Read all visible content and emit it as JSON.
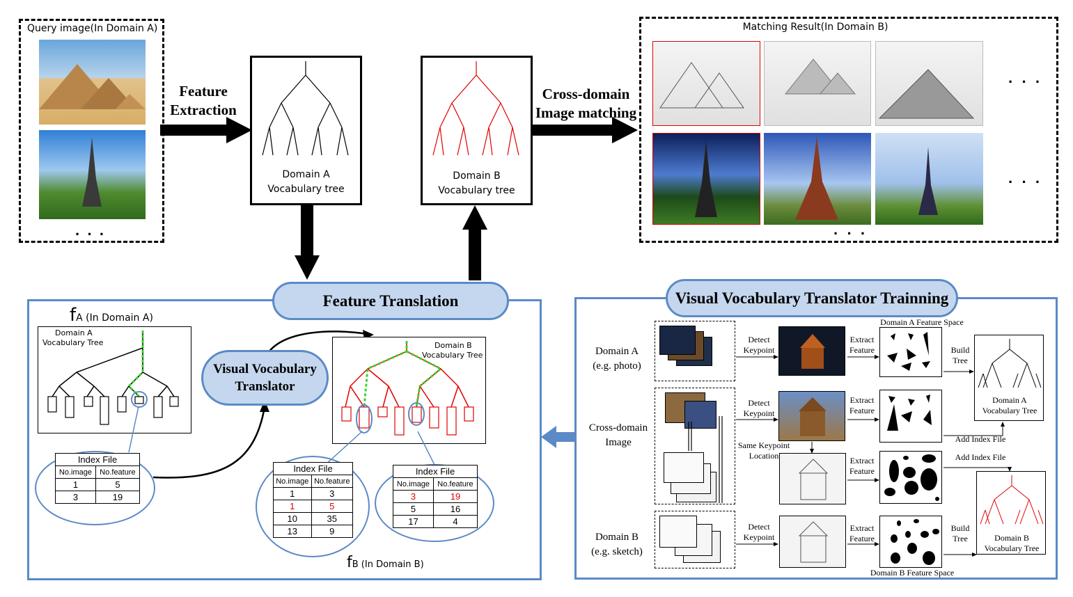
{
  "query": {
    "title": "Query image(In Domain A)",
    "more": "· · ·"
  },
  "feature_extraction": {
    "line1": "Feature",
    "line2": "Extraction"
  },
  "tree_a": {
    "line1": "Domain A",
    "line2": "Vocabulary tree"
  },
  "tree_b": {
    "line1": "Domain B",
    "line2": "Vocabulary tree"
  },
  "cross_domain": {
    "line1": "Cross-domain",
    "line2": "Image matching"
  },
  "matching": {
    "title": "Matching Result(In Domain B)",
    "row_more": "· · ·",
    "more": "· · ·"
  },
  "feature_translation": {
    "title": "Feature Translation",
    "fa_symbol": "f",
    "fa_sub": "A (In Domain A)",
    "fb_symbol": "f",
    "fb_sub": "B (In Domain B)",
    "small_tree_a_label1": "Domain A",
    "small_tree_a_label2": "Vocabulary Tree",
    "small_tree_b_label1": "Domain B",
    "small_tree_b_label2": "Vocabulary Tree",
    "translator_line1": "Visual Vocabulary",
    "translator_line2": "Translator",
    "index_a": {
      "title": "Index File",
      "h1": "No.image",
      "h2": "No.feature",
      "rows": [
        [
          "1",
          "5"
        ],
        [
          "3",
          "19"
        ]
      ]
    },
    "index_b1": {
      "title": "Index File",
      "h1": "No.image",
      "h2": "No.feature",
      "rows": [
        [
          "1",
          "3"
        ],
        [
          "1",
          "5"
        ],
        [
          "10",
          "35"
        ],
        [
          "13",
          "9"
        ]
      ]
    },
    "index_b2": {
      "title": "Index File",
      "h1": "No.image",
      "h2": "No.feature",
      "rows": [
        [
          "3",
          "19"
        ],
        [
          "5",
          "16"
        ],
        [
          "17",
          "4"
        ]
      ]
    }
  },
  "training": {
    "title": "Visual Vocabulary Translator Trainning",
    "domain_a_line1": "Domain A",
    "domain_a_line2": "(e.g. photo)",
    "cross_line1": "Cross-domain",
    "cross_line2": "Image",
    "domain_b_line1": "Domain B",
    "domain_b_line2": "(e.g. sketch)",
    "detect_keypoint_1": "Detect",
    "detect_keypoint_2": "Keypoint",
    "extract_1": "Extract",
    "extract_2": "Feature",
    "build_1": "Build",
    "build_2": "Tree",
    "feature_space_a": "Domain A  Feature Space",
    "feature_space_b": "Domain B  Feature Space",
    "same_keypoint_1": "Same Keypoint",
    "same_keypoint_2": "Location",
    "add_index": "Add Index File",
    "tree_a_1": "Domain A",
    "tree_a_2": "Vocabulary Tree",
    "tree_b_1": "Domain B",
    "tree_b_2": "Vocabulary Tree"
  },
  "colors": {
    "accent_blue": "#5b8ac6",
    "pill_fill": "#c5d7ee",
    "red": "#e00000",
    "green_path": "#39d62b"
  }
}
